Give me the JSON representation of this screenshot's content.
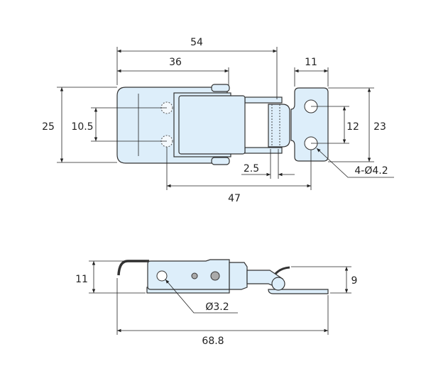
{
  "top_view": {
    "dim_overall_length": "54",
    "dim_latch_length": "36",
    "dim_keeper_width": "11",
    "dim_latch_height": "25",
    "dim_latch_hole_pitch": "10.5",
    "dim_keeper_hole_pitch": "12",
    "dim_keeper_height": "23",
    "dim_gap": "2.5",
    "dim_hole_spacing": "47",
    "dim_keeper_holes": "4-Ø4.2"
  },
  "side_view": {
    "dim_height": "11",
    "dim_keeper_height": "9",
    "dim_hole_diameter": "Ø3.2",
    "dim_overall_length": "68.8"
  },
  "colors": {
    "part_fill": "#ddeefa",
    "line": "#222222"
  }
}
